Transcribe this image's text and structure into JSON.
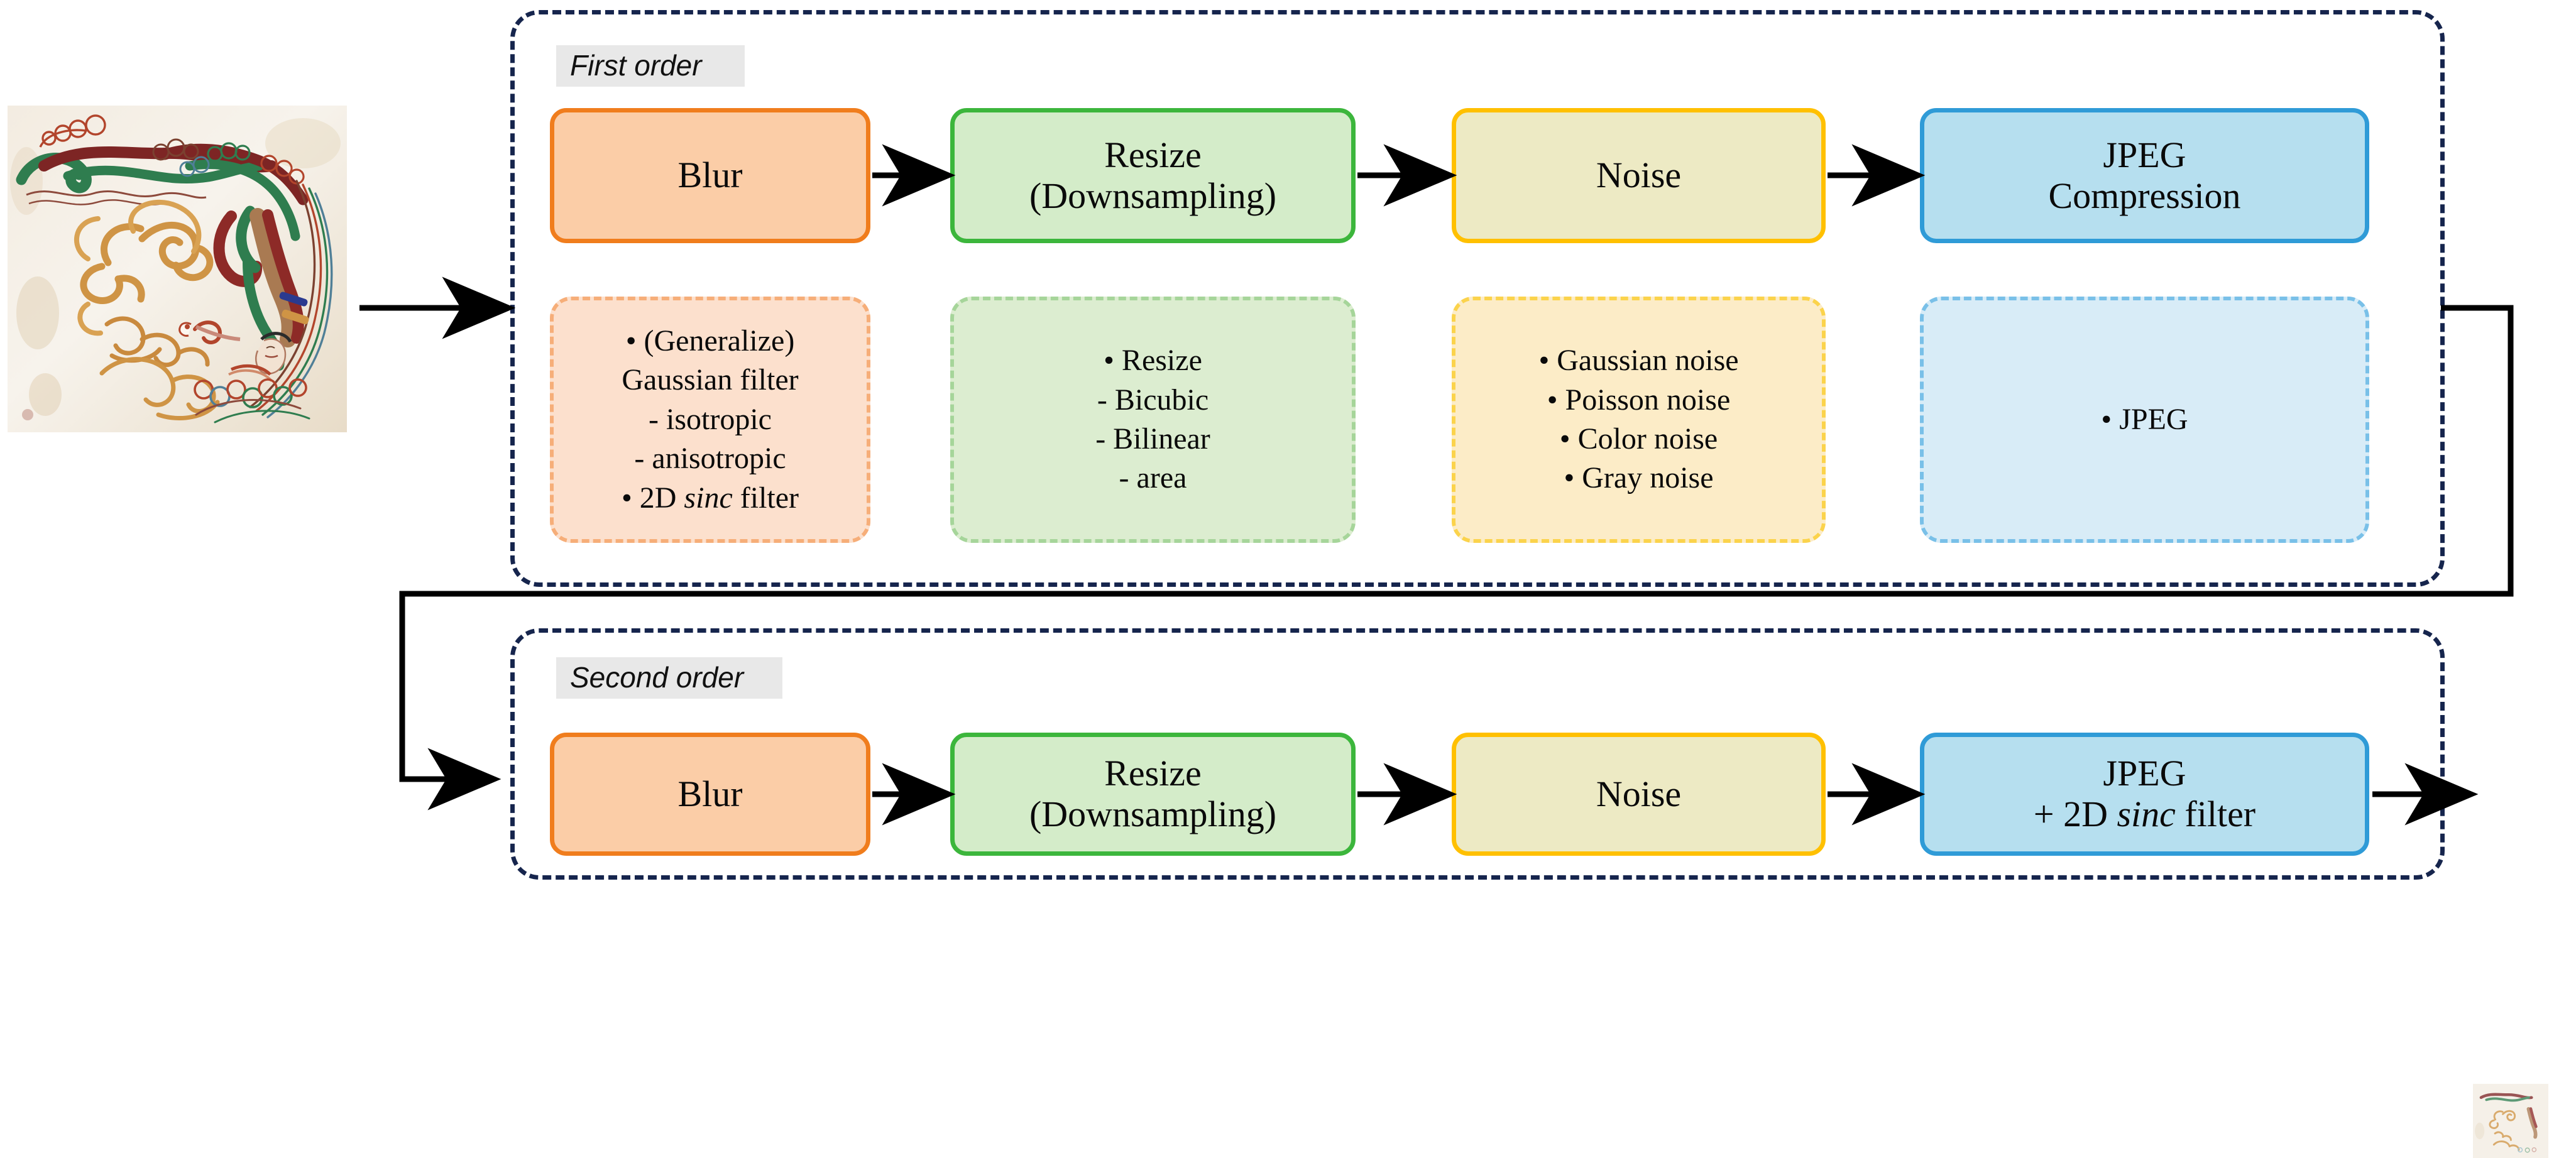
{
  "diagram": {
    "title_tags": {
      "first_order": "First order",
      "second_order": "Second order"
    },
    "accent_colors": {
      "blur_border": "#f07d1d",
      "blur_fill": "#fbcda7",
      "resize_border": "#3cb63c",
      "resize_fill": "#d4ecc9",
      "noise_border": "#ffc000",
      "noise_fill": "#edeac4",
      "jpeg_border": "#2f9bd7",
      "jpeg_fill": "#b6dfef",
      "container_border": "#16254d",
      "tag_background": "#e8e8e8",
      "connector": "#000000"
    },
    "first_order": {
      "stages": [
        {
          "label": "Blur",
          "label2": ""
        },
        {
          "label": "Resize",
          "label2": "(Downsampling)"
        },
        {
          "label": "Noise",
          "label2": ""
        },
        {
          "label": "JPEG",
          "label2": "Compression"
        }
      ],
      "details": [
        {
          "lines": [
            "• (Generalize)",
            "Gaussian filter",
            "- isotropic",
            "- anisotropic",
            "• 2D sinc filter"
          ],
          "italic_word": "sinc"
        },
        {
          "lines": [
            "• Resize",
            "- Bicubic",
            "- Bilinear",
            "- area"
          ],
          "italic_word": ""
        },
        {
          "lines": [
            "• Gaussian noise",
            "• Poisson noise",
            "• Color noise",
            "• Gray noise"
          ],
          "italic_word": ""
        },
        {
          "lines": [
            "• JPEG"
          ],
          "italic_word": ""
        }
      ]
    },
    "second_order": {
      "stages": [
        {
          "label": "Blur",
          "label2": ""
        },
        {
          "label": "Resize",
          "label2": "(Downsampling)"
        },
        {
          "label": "Noise",
          "label2": ""
        },
        {
          "label": "JPEG",
          "label2": "+ 2D sinc filter"
        }
      ]
    },
    "images": {
      "input": {
        "name": "input-image",
        "description": "Dunhuang mural painting of a flying apsara with swirling clouds"
      },
      "output": {
        "name": "output-image",
        "description": "Degraded low-resolution version of the Dunhuang mural"
      }
    },
    "icons": {
      "arrow": "arrow-right-icon"
    }
  }
}
